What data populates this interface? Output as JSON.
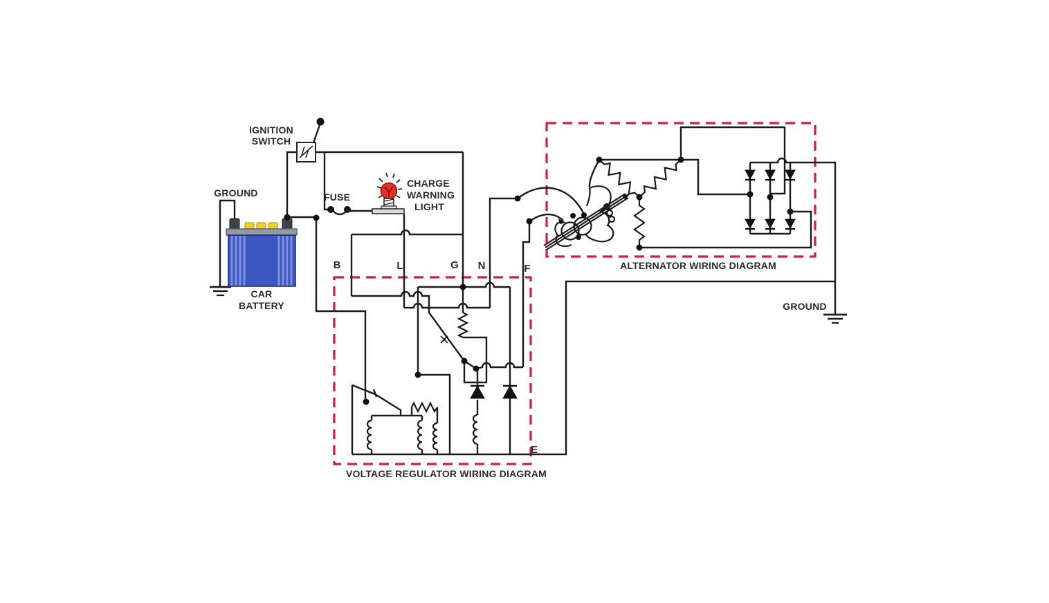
{
  "title": "Car charging system wiring diagram",
  "colors": {
    "wire": "#1a1a1a",
    "dashed_box": "#d31c3e",
    "bulb_red": "#e13128",
    "battery_blue": "#3d57c0",
    "battery_cap_yellow": "#efcf2b",
    "battery_top_gray": "#939aa4"
  },
  "labels": {
    "ignition_switch_line1": "IGNITION",
    "ignition_switch_line2": "SWITCH",
    "ground_left": "GROUND",
    "fuse": "FUSE",
    "charge_line1": "CHARGE",
    "charge_line2": "WARNING",
    "charge_line3": "LIGHT",
    "battery_line1": "CAR",
    "battery_line2": "BATTERY",
    "terminal_b": "B",
    "terminal_l": "L",
    "terminal_g": "G",
    "terminal_n": "N",
    "terminal_f": "F",
    "terminal_e": "E",
    "alternator_caption": "ALTERNATOR WIRING DIAGRAM",
    "regulator_caption": "VOLTAGE REGULATOR WIRING DIAGRAM",
    "ground_right": "GROUND"
  }
}
